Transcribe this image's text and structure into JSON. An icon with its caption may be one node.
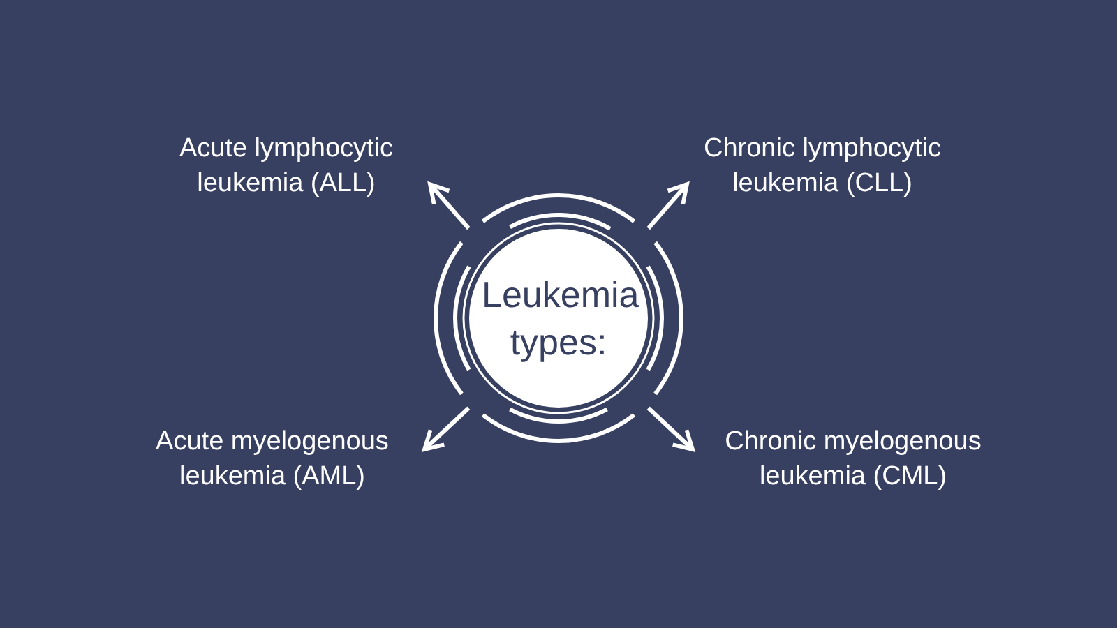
{
  "diagram": {
    "nodes": [
      {
        "text": [
          "Leukemia types:"
        ]
      },
      {
        "text": [
          "Acute lymphocytic leukemia (ALL)"
        ]
      },
      {
        "text": [
          "Chronic lymphocytic leukemia (CLL)"
        ]
      },
      {
        "text": [
          "Acute myelogenous leukemia (AML)"
        ]
      },
      {
        "text": [
          "Chronic myelogenous leukemia (CML)"
        ]
      }
    ],
    "edges": [
      {
        "from": 0,
        "to": 1,
        "arrow": "to"
      },
      {
        "from": 0,
        "to": 2,
        "arrow": "to"
      },
      {
        "from": 0,
        "to": 3,
        "arrow": "to"
      },
      {
        "from": 0,
        "to": 4,
        "arrow": "to"
      }
    ]
  }
}
